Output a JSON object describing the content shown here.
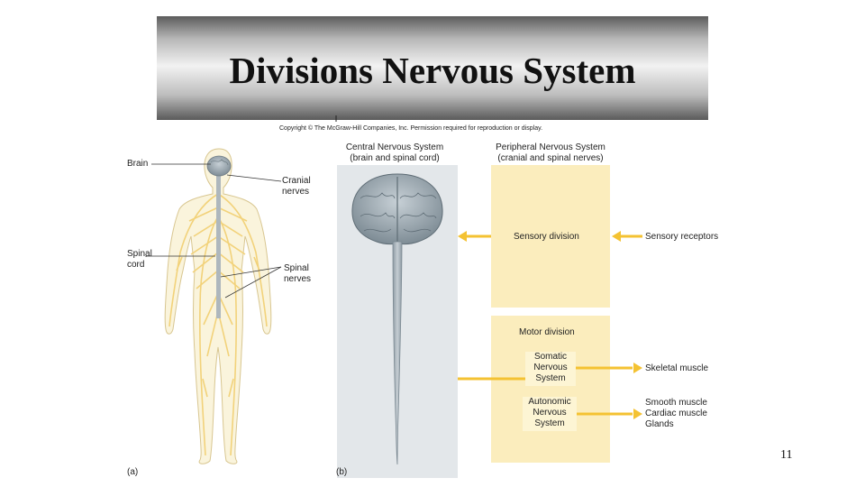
{
  "title": "Divisions Nervous System",
  "copyright": "Copyright © The McGraw-Hill Companies, Inc. Permission required for reproduction or display.",
  "figure_a": {
    "label_brain": "Brain",
    "label_cranial": "Cranial\nnerves",
    "label_spinal_cord": "Spinal\ncord",
    "label_spinal_nerves": "Spinal\nnerves",
    "panel_tag": "(a)"
  },
  "figure_b": {
    "cns_header": "Central Nervous System\n(brain and spinal cord)",
    "pns_header": "Peripheral Nervous System\n(cranial and spinal nerves)",
    "sensory_division": "Sensory division",
    "sensory_receptors": "Sensory receptors",
    "motor_division": "Motor division",
    "somatic": "Somatic\nNervous\nSystem",
    "skeletal_muscle": "Skeletal muscle",
    "autonomic": "Autonomic\nNervous\nSystem",
    "autonomic_targets": "Smooth muscle\nCardiac muscle\nGlands",
    "panel_tag": "(b)"
  },
  "colors": {
    "nerve": "#f2d27a",
    "body": "#faf4dc",
    "cns_panel": "#e3e7ea",
    "pns_panel": "#fbedbd",
    "arrow": "#f4c232"
  },
  "page_number": "11"
}
